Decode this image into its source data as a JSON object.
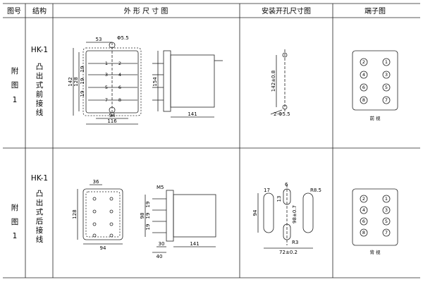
{
  "header": {
    "col_figure_no": "图号",
    "col_structure": "结构",
    "col_dimensions": "外 形 尺 寸 图",
    "col_mounting": "安装开孔尺寸图",
    "col_terminal": "端子图"
  },
  "rows": [
    {
      "figure_label_chars": [
        "附",
        "图",
        "1"
      ],
      "model": "HK-1",
      "structure_chars": [
        "凸",
        "出",
        "式",
        "前",
        "接",
        "线"
      ],
      "dims": {
        "top_width": "53",
        "hole": "Φ5.5",
        "height_outer": "142",
        "height_inner": "128",
        "pitch_a": "19",
        "pitch_b": "19",
        "pitch_c": "19",
        "base_width": "94",
        "total_width": "116",
        "side_height": "154",
        "depth": "141"
      },
      "pin_numbers": [
        "1",
        "2",
        "3",
        "4",
        "5",
        "6",
        "7",
        "8"
      ],
      "mounting": {
        "vertical": "142±0.8",
        "hole_label": "2-Φ5.5"
      },
      "terminals": [
        "2",
        "1",
        "4",
        "3",
        "6",
        "5",
        "8",
        "7"
      ],
      "view_label": "前 视"
    },
    {
      "figure_label_chars": [
        "附",
        "图",
        "1"
      ],
      "model": "HK-1",
      "structure_chars": [
        "凸",
        "出",
        "式",
        "后",
        "接",
        "线"
      ],
      "dims": {
        "top_width": "36",
        "height": "128",
        "base_width": "94",
        "screw": "M5",
        "side_height": "98",
        "pitch_a": "19",
        "pitch_b": "19",
        "pitch_c": "19",
        "flange_a": "30",
        "flange_b": "40",
        "depth": "141"
      },
      "mounting": {
        "w17": "17",
        "w6": "6",
        "r85": "R8.5",
        "h13": "13",
        "h94": "94",
        "h98": "98±0.7",
        "r3": "R3",
        "w72": "72±0.2"
      },
      "terminals": [
        "2",
        "1",
        "4",
        "3",
        "6",
        "5",
        "8",
        "7"
      ],
      "view_label": "背 视"
    }
  ]
}
